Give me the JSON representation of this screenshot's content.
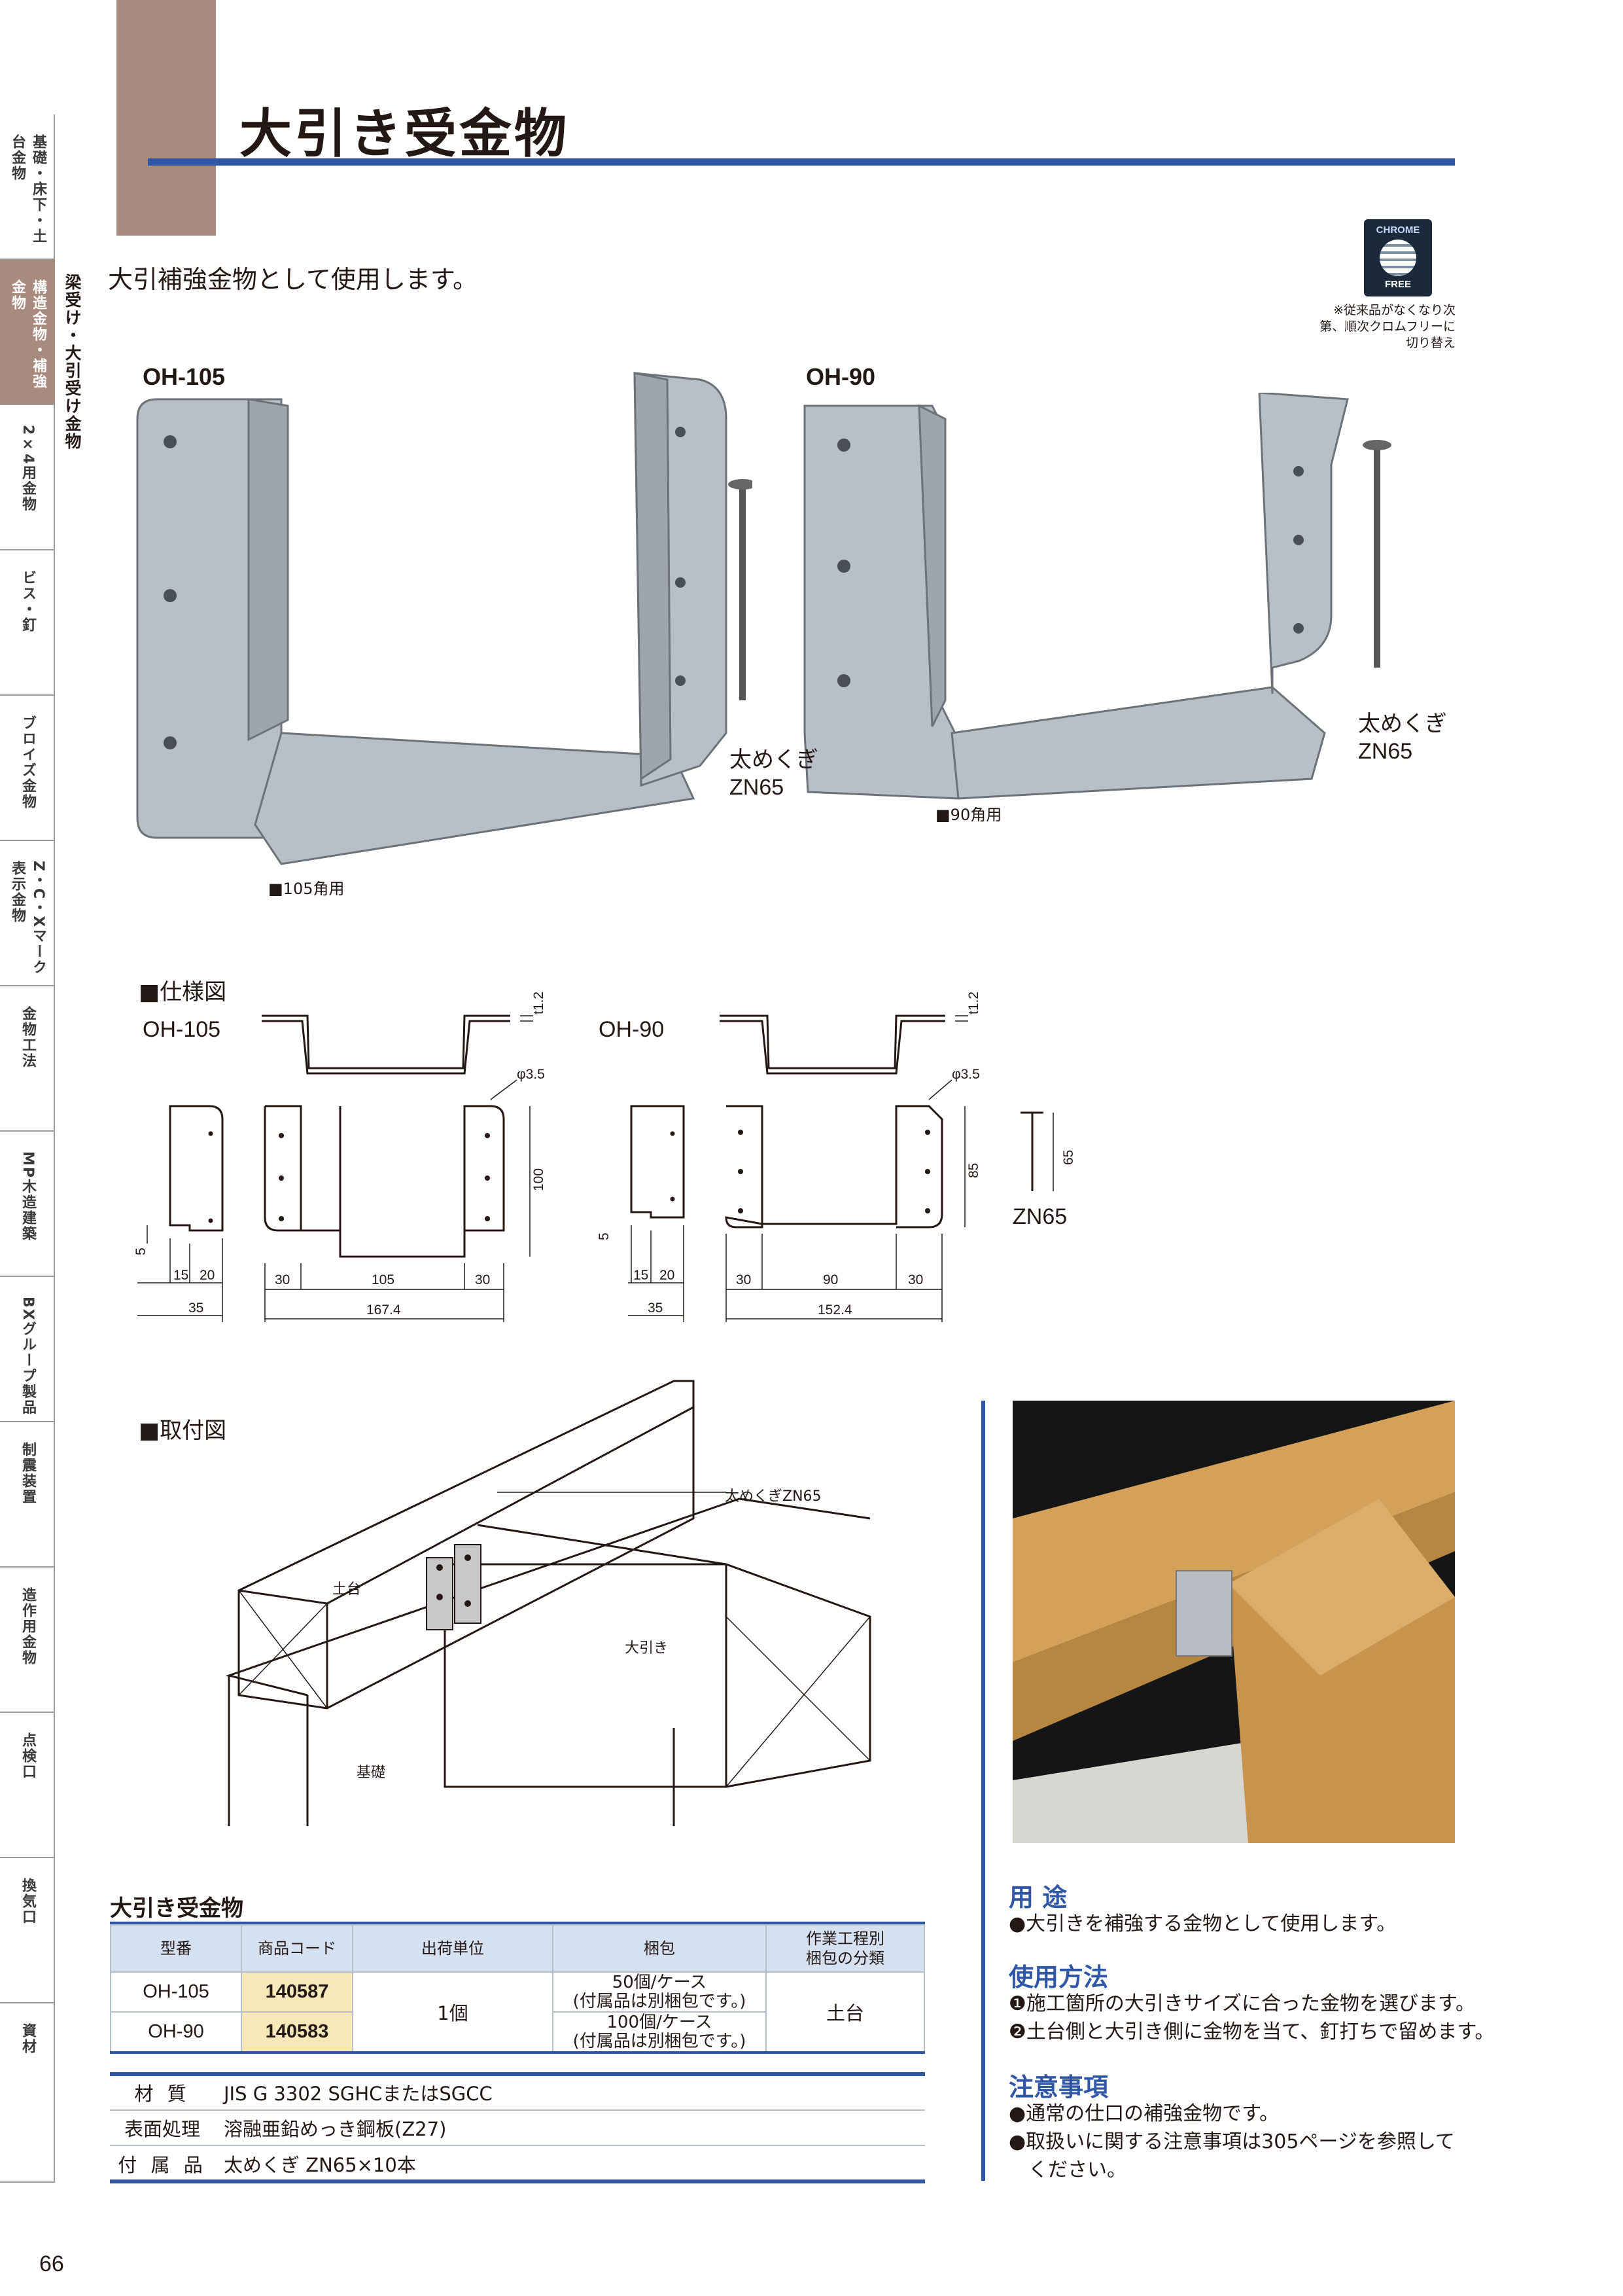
{
  "side_tabs": [
    "基礎・床下・土台金物",
    "構造金物・補強金物",
    "2×4用金物",
    "ビス・釘",
    "ブロイズ金物",
    "Z・C・Xマーク表示金物",
    "金物工法",
    "MP木造建築",
    "BXグループ製品",
    "制震装置",
    "造作用金物",
    "点検口",
    "換気口",
    "資材"
  ],
  "sub_tab": "梁受け・大引受け金物",
  "title": "大引き受金物",
  "intro": "大引補強金物として使用します。",
  "badge": {
    "line1": "CHROME",
    "line2": "FREE",
    "note": "※従来品がなくなり次第、順次クロムフリーに切り替え"
  },
  "products": [
    {
      "name": "OH-105",
      "caption": "■105角用",
      "nail": "太めくぎ",
      "nail_code": "ZN65"
    },
    {
      "name": "OH-90",
      "caption": "■90角用",
      "nail": "太めくぎ",
      "nail_code": "ZN65"
    }
  ],
  "spec_drawing": {
    "heading": "■仕様図",
    "oh105": {
      "label": "OH-105",
      "t": "t1.2",
      "phi": "φ3.5",
      "h": "100",
      "d5": "5",
      "d15": "15",
      "d20": "20",
      "d35": "35",
      "d30a": "30",
      "d105": "105",
      "d30b": "30",
      "total": "167.4"
    },
    "oh90": {
      "label": "OH-90",
      "t": "t1.2",
      "phi": "φ3.5",
      "h": "85",
      "d5": "5",
      "d15": "15",
      "d20": "20",
      "d35": "35",
      "d30a": "30",
      "d90": "90",
      "d30b": "30",
      "total": "152.4"
    },
    "nail": {
      "label": "ZN65",
      "len": "65"
    }
  },
  "install": {
    "heading": "■取付図",
    "nail": "太めくぎZN65",
    "sill": "土台",
    "beam": "大引き",
    "foundation": "基礎"
  },
  "usage": {
    "heading": "用 途",
    "text": "●大引きを補強する金物として使用します。"
  },
  "method": {
    "heading": "使用方法",
    "step1": "❶施工箇所の大引きサイズに合った金物を選びます。",
    "step2": "❷土台側と大引き側に金物を当て、釘打ちで留めます。"
  },
  "caution": {
    "heading": "注意事項",
    "line1": "●通常の仕口の補強金物です。",
    "line2": "●取扱いに関する注意事項は305ページを参照して",
    "line3": "ください。"
  },
  "table": {
    "title": "大引き受金物",
    "headers": {
      "model": "型番",
      "code": "商品コード",
      "unit": "出荷単位",
      "pack": "梱包",
      "cat1": "作業工程別",
      "cat2": "梱包の分類"
    },
    "rows": [
      {
        "model": "OH-105",
        "code": "140587",
        "pack1": "50個/ケース",
        "pack2": "(付属品は別梱包です。)"
      },
      {
        "model": "OH-90",
        "code": "140583",
        "pack1": "100個/ケース",
        "pack2": "(付属品は別梱包です。)"
      }
    ],
    "unit": "1個",
    "category": "土台"
  },
  "spec": [
    {
      "key": "材 質",
      "value": "JIS G 3302 SGHCまたはSGCC"
    },
    {
      "key": "表面処理",
      "value": "溶融亜鉛めっき鋼板(Z27)"
    },
    {
      "key": "付 属 品",
      "value": "太めくぎ ZN65×10本"
    }
  ],
  "page_number": "66"
}
